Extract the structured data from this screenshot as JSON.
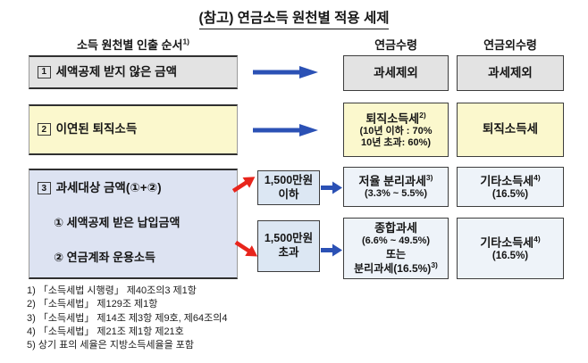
{
  "title": "(참고) 연금소득 원천별 적용 세제",
  "headers": {
    "withdraw_order": "소득 원천별 인출 순서",
    "withdraw_order_sup": "1)",
    "pension_receipt": "연금수령",
    "non_pension_receipt": "연금외수령"
  },
  "row1": {
    "num": "1",
    "label": "세액공제 받지 않은 금액",
    "pension": "과세제외",
    "non_pension": "과세제외"
  },
  "row2": {
    "num": "2",
    "label": "이연된 퇴직소득",
    "pension_title": "퇴직소득세",
    "pension_title_sup": "2)",
    "pension_detail1": "(10년 이하 : 70%",
    "pension_detail2": "10년 초과: 60%)",
    "non_pension": "퇴직소득세"
  },
  "row3": {
    "num": "3",
    "label": "과세대상 금액(①+②)",
    "sub_item1": "① 세액공제 받은 납입금액",
    "sub_item2": "② 연금계좌 운용소득",
    "branch_low": {
      "condition_amount": "1,500만원",
      "condition_op": "이하",
      "pension_title": "저율 분리과세",
      "pension_title_sup": "3)",
      "pension_rate": "(3.3% ~ 5.5%)",
      "non_pension_title": "기타소득세",
      "non_pension_title_sup": "4)",
      "non_pension_rate": "(16.5%)"
    },
    "branch_high": {
      "condition_amount": "1,500만원",
      "condition_op": "초과",
      "pension_line1": "종합과세",
      "pension_line2": "(6.6% ~ 49.5%)",
      "pension_line3": "또는",
      "pension_line4": "분리과세(16.5%)",
      "pension_line4_sup": "3)",
      "non_pension_title": "기타소득세",
      "non_pension_title_sup": "4)",
      "non_pension_rate": "(16.5%)"
    }
  },
  "footnotes": [
    "1) 「소득세법 시행령」 제40조의3 제1항",
    "2) 「소득세법」 제129조 제1항",
    "3) 「소득세법」 제14조 제3항 제9호, 제64조의4",
    "4) 「소득세법」 제21조 제1항 제21호",
    "5) 상기 표의 세율은 지방소득세율을 포함"
  ],
  "colors": {
    "gray_box": "#e3e3e3",
    "yellow_box": "#fbf8cd",
    "lavender_box": "#dde3f2",
    "condition_box": "#dce7f3",
    "light_blue_box": "#eef3f9",
    "blue_arrow": "#2b51b5",
    "red_arrow": "#e8251c",
    "border": "#3d3d3d"
  }
}
